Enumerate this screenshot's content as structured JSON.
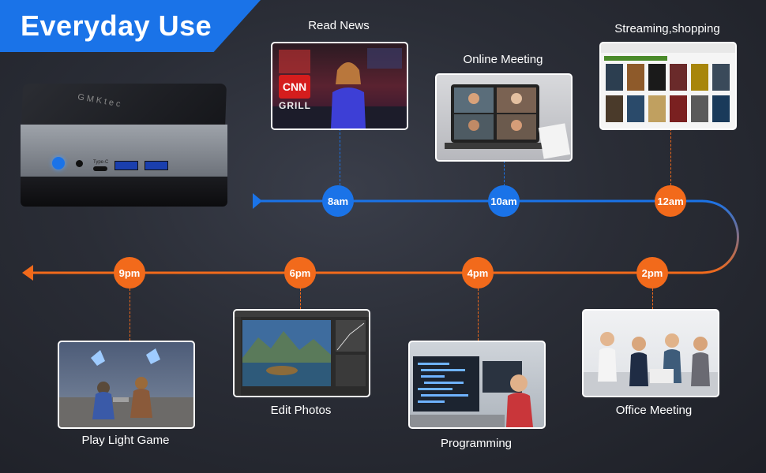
{
  "banner": {
    "title": "Everyday Use"
  },
  "device": {
    "brand": "GMKtec",
    "port_label": "Type-C"
  },
  "timeline": [
    {
      "time": "8am",
      "caption": "Read News"
    },
    {
      "time": "10am",
      "caption": "Online Meeting"
    },
    {
      "time": "12am",
      "caption": "Streaming,shopping"
    },
    {
      "time": "2pm",
      "caption": "Office Meeting"
    },
    {
      "time": "4pm",
      "caption": "Programming"
    },
    {
      "time": "6pm",
      "caption": "Edit Photos"
    },
    {
      "time": "9pm",
      "caption": "Play Light Game"
    }
  ],
  "news_logo": {
    "brand": "CNN",
    "text": "GRILL"
  },
  "colors": {
    "blue": "#1a73e8",
    "orange": "#f26a1b",
    "background": "#2a2d36"
  }
}
